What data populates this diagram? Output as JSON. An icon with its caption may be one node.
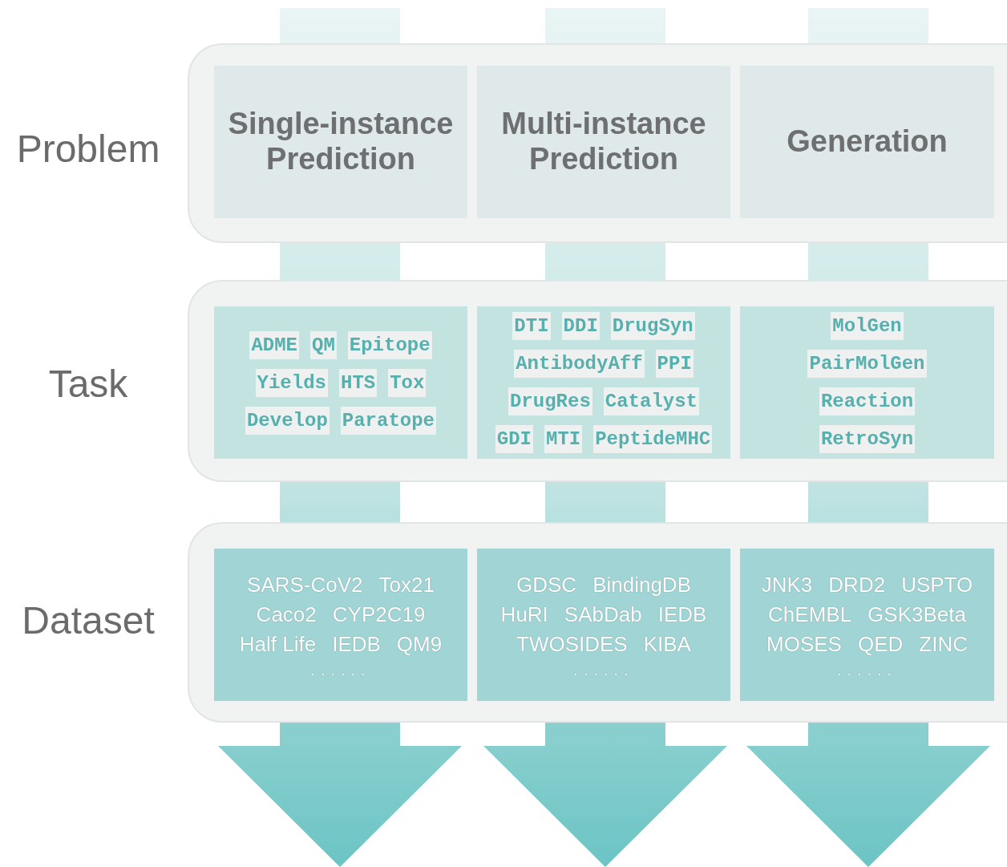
{
  "diagram": {
    "nodes": [
      {
        "text": [
          "Single-instance Prediction"
        ]
      },
      {
        "text": [
          "Multi-instance Prediction"
        ]
      },
      {
        "text": [
          "Generation"
        ]
      },
      {
        "text": [
          "ADME",
          "QM",
          "Epitope",
          "Yields",
          "HTS",
          "Tox",
          "Develop",
          "Paratope"
        ]
      },
      {
        "text": [
          "DTI",
          "DDI",
          "DrugSyn",
          "AntibodyAff",
          "PPI",
          "DrugRes",
          "Catalyst",
          "GDI",
          "MTI",
          "PeptideMHC"
        ]
      },
      {
        "text": [
          "MolGen",
          "PairMolGen",
          "Reaction",
          "RetroSyn"
        ]
      },
      {
        "text": [
          "SARS-CoV2",
          "Tox21",
          "Caco2",
          "CYP2C19",
          "Half Life",
          "IEDB",
          "QM9",
          "......"
        ]
      },
      {
        "text": [
          "GDSC",
          "BindingDB",
          "HuRI",
          "SAbDab",
          "IEDB",
          "TWOSIDES",
          "KIBA",
          "......"
        ]
      },
      {
        "text": [
          "JNK3",
          "DRD2",
          "USPTO",
          "ChEMBL",
          "GSK3Beta",
          "MOSES",
          "QED",
          "ZINC",
          "......"
        ]
      }
    ],
    "edges": [
      {
        "from": null,
        "to": 0,
        "arrow": "none"
      },
      {
        "from": 0,
        "to": 3,
        "arrow": "none"
      },
      {
        "from": 3,
        "to": 6,
        "arrow": "none"
      },
      {
        "from": 6,
        "to": null,
        "arrow": "to"
      },
      {
        "from": null,
        "to": 1,
        "arrow": "none"
      },
      {
        "from": 1,
        "to": 4,
        "arrow": "none"
      },
      {
        "from": 4,
        "to": 7,
        "arrow": "none"
      },
      {
        "from": 7,
        "to": null,
        "arrow": "to"
      },
      {
        "from": null,
        "to": 2,
        "arrow": "none"
      },
      {
        "from": 2,
        "to": 5,
        "arrow": "none"
      },
      {
        "from": 5,
        "to": 8,
        "arrow": "none"
      },
      {
        "from": 8,
        "to": null,
        "arrow": "to"
      }
    ],
    "labels": [
      "Problem",
      "Task",
      "Dataset"
    ]
  }
}
